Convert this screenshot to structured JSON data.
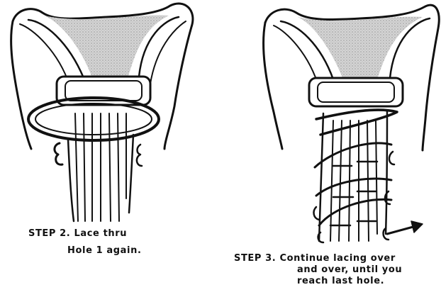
{
  "step2": {
    "line1": "STEP 2. Lace thru",
    "line2": "Hole 1 again."
  },
  "step3": {
    "line1": "STEP 3. Continue lacing over",
    "line2": "and over, until you",
    "line3": "reach last hole."
  },
  "colors": {
    "ink": "#111111",
    "shading": "#c9c9c9",
    "paper": "#ffffff"
  }
}
